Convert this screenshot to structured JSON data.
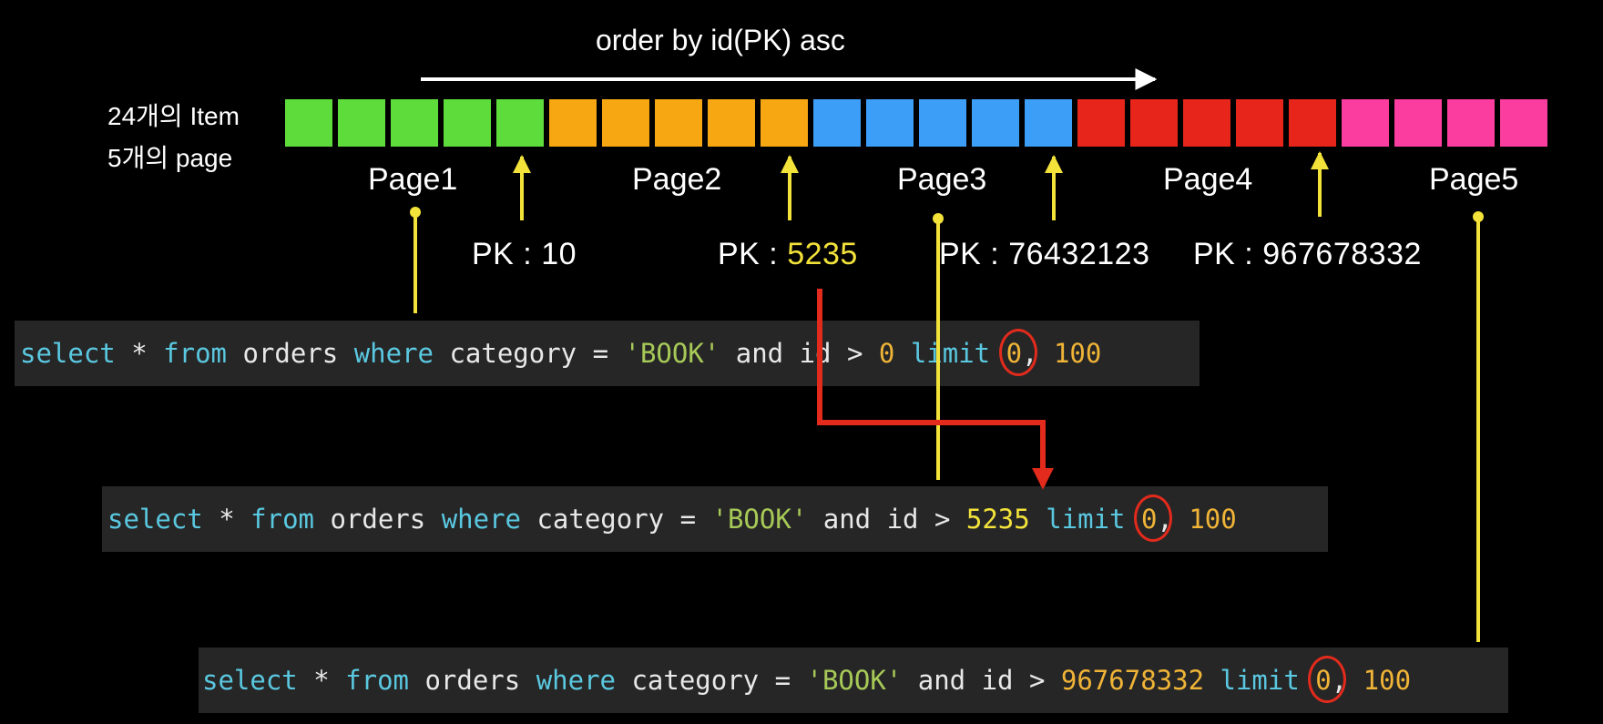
{
  "title": "order by id(PK) asc",
  "side_labels": [
    "24개의 Item",
    "5개의 page"
  ],
  "pages": [
    {
      "label": "Page1",
      "color": "#5ddc3c"
    },
    {
      "label": "Page2",
      "color": "#f6a712"
    },
    {
      "label": "Page3",
      "color": "#3d9ef7"
    },
    {
      "label": "Page4",
      "color": "#e8251a"
    },
    {
      "label": "Page5",
      "color": "#fb3d9f"
    }
  ],
  "item_count": 24,
  "pk_markers": [
    {
      "prefix": "PK : ",
      "value": "10"
    },
    {
      "prefix": "PK : ",
      "value": "5235"
    },
    {
      "prefix": "PK : ",
      "value": "76432123"
    },
    {
      "prefix": "PK : ",
      "value": "967678332"
    }
  ],
  "queries": [
    {
      "select": "select",
      "star": " * ",
      "from": "from",
      "table": " orders ",
      "where": "where",
      "col": " category = ",
      "str": "'BOOK'",
      "and": " and id > ",
      "id": "0",
      "limit": " limit ",
      "offset": "0",
      "comma": ",",
      "size": " 100"
    },
    {
      "select": "select",
      "star": " * ",
      "from": "from",
      "table": " orders ",
      "where": "where",
      "col": " category = ",
      "str": "'BOOK'",
      "and": " and id > ",
      "id": "5235",
      "limit": " limit ",
      "offset": "0",
      "comma": ",",
      "size": " 100"
    },
    {
      "select": "select",
      "star": " * ",
      "from": "from",
      "table": " orders ",
      "where": "where",
      "col": " category = ",
      "str": "'BOOK'",
      "and": " and id > ",
      "id": "967678332",
      "limit": " limit ",
      "offset": "0",
      "comma": ",",
      "size": " 100"
    }
  ],
  "colors": {
    "arrow": "#f2e23a",
    "highlight": "#e22b1c",
    "keyword": "#5ac8e0",
    "string": "#a7c957",
    "number": "#f0b437"
  }
}
